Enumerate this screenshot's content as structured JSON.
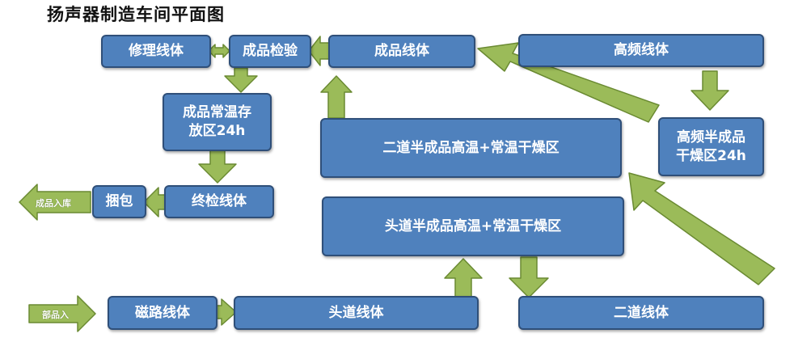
{
  "title": "扬声器制造车间平面图",
  "colors": {
    "box_fill": "#4f81bd",
    "box_border": "#2f4f79",
    "arrow_fill": "#9bbb59",
    "arrow_border": "#6a8a32",
    "text": "#ffffff"
  },
  "boxes": {
    "repair_line": "修理线体",
    "product_inspection": "成品检验",
    "finished_line": "成品线体",
    "hf_line": "高频线体",
    "storage_line1": "成品常温存",
    "storage_line2": "放区24h",
    "second_dry_zone": "二道半成品高温+常温干燥区",
    "hf_dry_line1": "高频半成品",
    "hf_dry_line2": "干燥区24h",
    "packing": "捆包",
    "final_inspection": "终检线体",
    "first_dry_zone": "头道半成品高温+常温干燥区",
    "magnetic_line": "磁路线体",
    "first_line": "头道线体",
    "second_line": "二道线体"
  },
  "labels": {
    "warehouse_in": "成品入库",
    "parts_in": "部品入"
  }
}
